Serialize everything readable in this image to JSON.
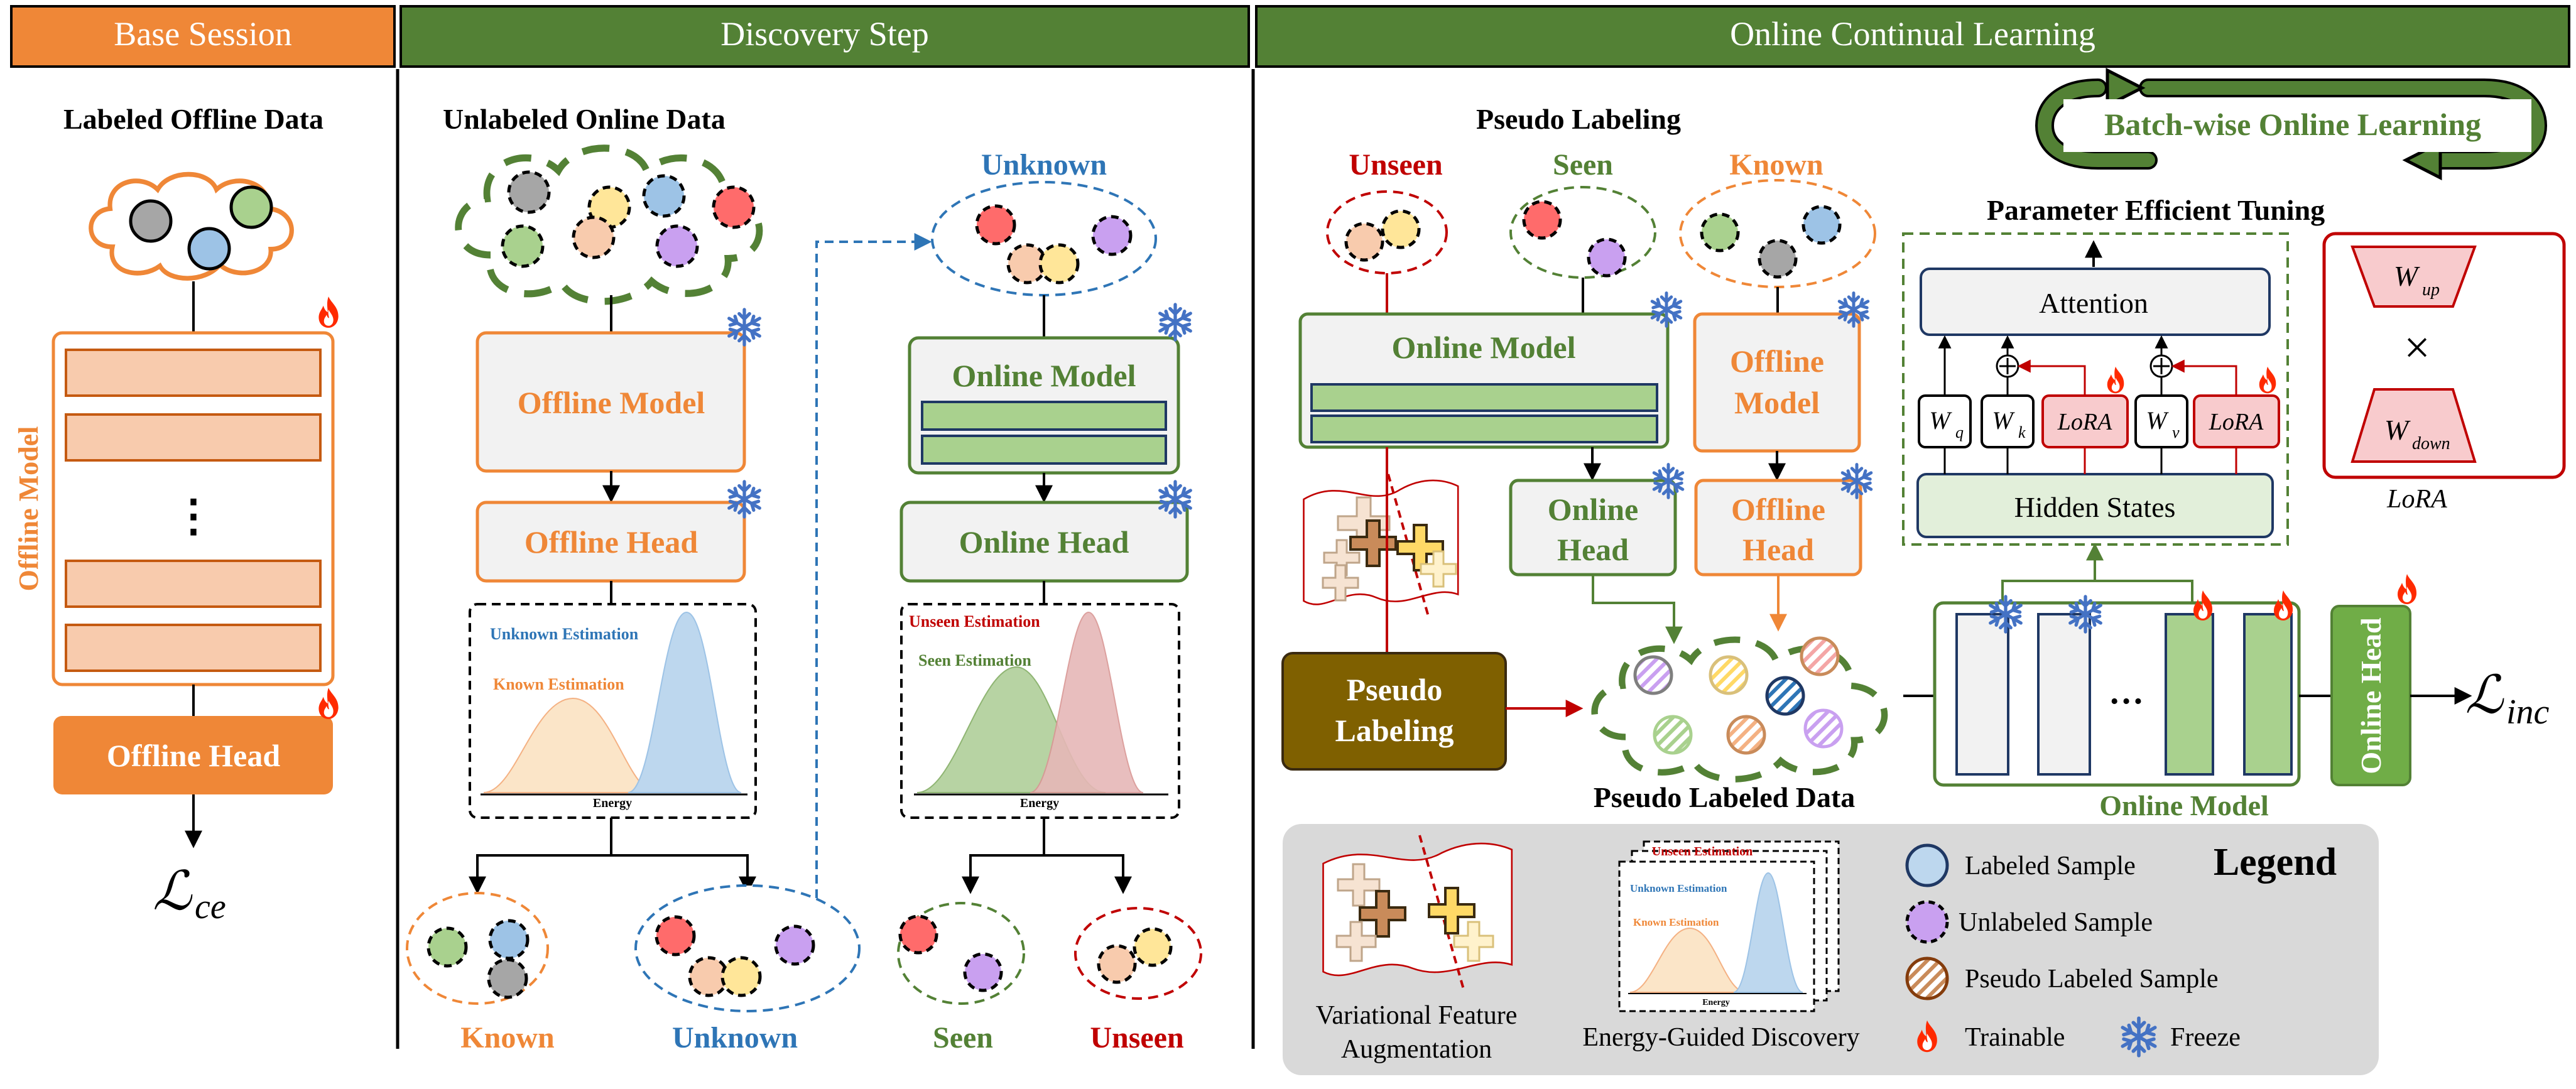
{
  "colors": {
    "orange": "#EF8737",
    "orange_light": "#F8CBAD",
    "green_dark": "#538135",
    "green": "#A9D18E",
    "green_pale": "#E2EFDA",
    "blue": "#2E75B6",
    "red": "#C00000",
    "brown": "#7F6000",
    "gray_fill": "#F2F2F2",
    "lora_fill": "#F8CBCD",
    "legend_bg": "#D9D9D9",
    "sample_gray": "#A6A6A6",
    "sample_green": "#A9D18E",
    "sample_blue": "#9DC3E6",
    "sample_red": "#FF6B6B",
    "sample_orange": "#F8CBAD",
    "sample_yellow": "#FFE699",
    "sample_purple": "#C9A0F0",
    "snow": "#4472C4",
    "flame": "#FF2A00"
  },
  "headers": {
    "base": "Base Session",
    "discovery": "Discovery Step",
    "online": "Online Continual Learning"
  },
  "base": {
    "title": "Labeled Offline Data",
    "offline_model": "Offline Model",
    "dots": "⋮",
    "offline_head": "Offline Head",
    "loss": "ℒ",
    "loss_sub": "ce"
  },
  "discovery": {
    "title": "Unlabeled Online Data",
    "unknown_label": "Unknown",
    "offline_model": "Offline Model",
    "offline_head": "Offline Head",
    "online_model": "Online Model",
    "online_head": "Online Head",
    "plot1": {
      "series": [
        "Unknown Estimation",
        "Known Estimation"
      ],
      "xlabel": "Energy"
    },
    "plot2": {
      "series": [
        "Unseen Estimation",
        "Seen Estimation"
      ],
      "xlabel": "Energy"
    },
    "out_known": "Known",
    "out_unknown": "Unknown",
    "out_seen": "Seen",
    "out_unseen": "Unseen"
  },
  "online": {
    "pseudo_title": "Pseudo Labeling",
    "unseen": "Unseen",
    "seen": "Seen",
    "known": "Known",
    "batch": "Batch-wise Online Learning",
    "pet": "Parameter Efficient Tuning",
    "online_model": "Online Model",
    "offline_model_line1": "Offline",
    "offline_model_line2": "Model",
    "online_head_line1": "Online",
    "online_head_line2": "Head",
    "offline_head_line1": "Offline",
    "offline_head_line2": "Head",
    "pseudo_line1": "Pseudo",
    "pseudo_line2": "Labeling",
    "pseudo_data": "Pseudo Labeled Data",
    "attention": "Attention",
    "hidden": "Hidden States",
    "wq": "W",
    "wq_sub": "q",
    "wk": "W",
    "wk_sub": "k",
    "wv": "W",
    "wv_sub": "v",
    "lora": "LoRA",
    "w_up": "W",
    "w_up_sub": "up",
    "w_down": "W",
    "w_down_sub": "down",
    "times": "×",
    "lora_caption": "LoRA",
    "ellipsis": "…",
    "online_model_bottom": "Online Model",
    "online_head_vertical": "Online Head",
    "loss": "ℒ",
    "loss_sub": "inc"
  },
  "legend": {
    "title": "Legend",
    "labeled": "Labeled Sample",
    "unlabeled": "Unlabeled Sample",
    "pseudo": "Pseudo Labeled Sample",
    "trainable": "Trainable",
    "freeze": "Freeze",
    "vfa_line1": "Variational Feature",
    "vfa_line2": "Augmentation",
    "egd": "Energy-Guided Discovery",
    "mini_unseen": "Unseen Estimation",
    "mini_unknown": "Unknown Estimation",
    "mini_known": "Known Estimation",
    "mini_energy": "Energy"
  }
}
